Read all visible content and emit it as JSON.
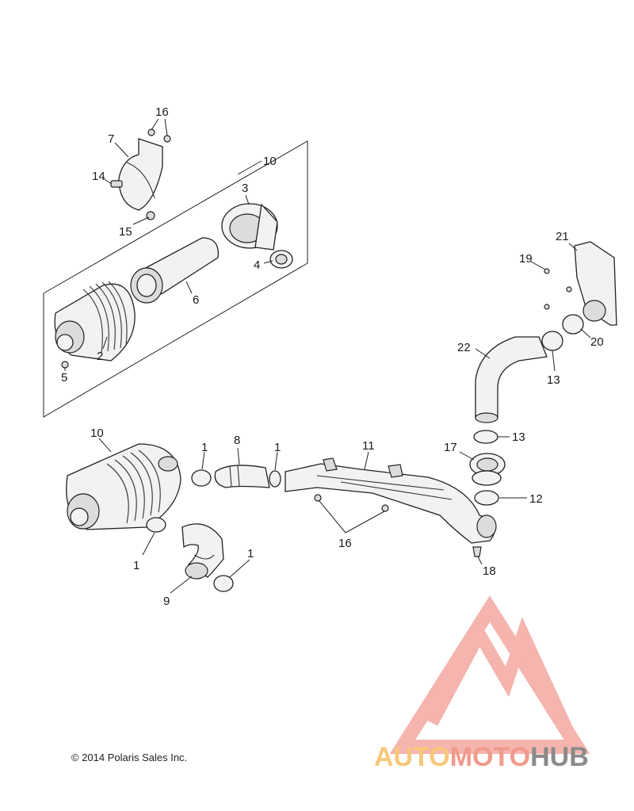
{
  "callouts": {
    "c1a": "1",
    "c1b": "1",
    "c1c": "1",
    "c1d": "1",
    "c2": "2",
    "c3": "3",
    "c4": "4",
    "c5": "5",
    "c6": "6",
    "c7": "7",
    "c8": "8",
    "c9": "9",
    "c10a": "10",
    "c10b": "10",
    "c11": "11",
    "c12": "12",
    "c13a": "13",
    "c13b": "13",
    "c14": "14",
    "c15": "15",
    "c16a": "16",
    "c16b": "16",
    "c17": "17",
    "c18": "18",
    "c19": "19",
    "c20": "20",
    "c21": "21",
    "c22": "22"
  },
  "copyright": "© 2014 Polaris Sales Inc.",
  "watermark": {
    "part1": "AUTO",
    "part2": "MOTO",
    "part3": "HUB",
    "colors": {
      "auto": "#f7c77a",
      "moto": "#f19a8c",
      "hub": "#8a8a8a",
      "triangle": "#f08c84"
    }
  }
}
